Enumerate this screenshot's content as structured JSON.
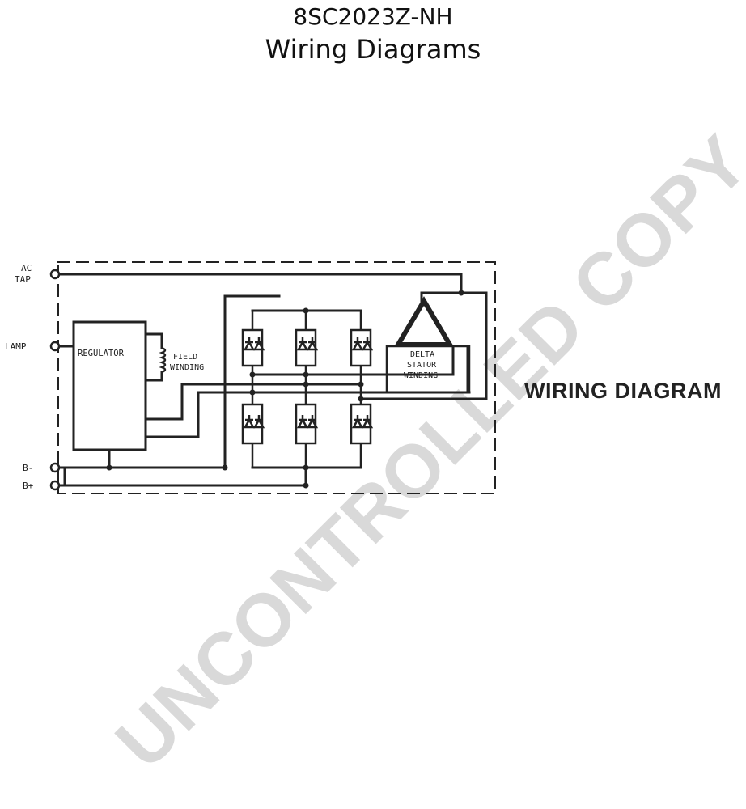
{
  "header": {
    "part_number": "8SC2023Z-NH",
    "subtitle": "Wiring Diagrams"
  },
  "terminals": {
    "ac_tap_line1": "AC",
    "ac_tap_line2": "TAP",
    "lamp": "LAMP",
    "b_minus": "B-",
    "b_plus": "B+"
  },
  "components": {
    "regulator": "REGULATOR",
    "field_line1": "FIELD",
    "field_line2": "WINDING",
    "delta_line1": "DELTA",
    "delta_line2": "STATOR",
    "delta_line3": "WINDING"
  },
  "side_label": "WIRING  DIAGRAM",
  "watermark": "UNCONTROLLED COPY",
  "colors": {
    "ink": "#222222",
    "watermark": "#d9d9d9"
  }
}
